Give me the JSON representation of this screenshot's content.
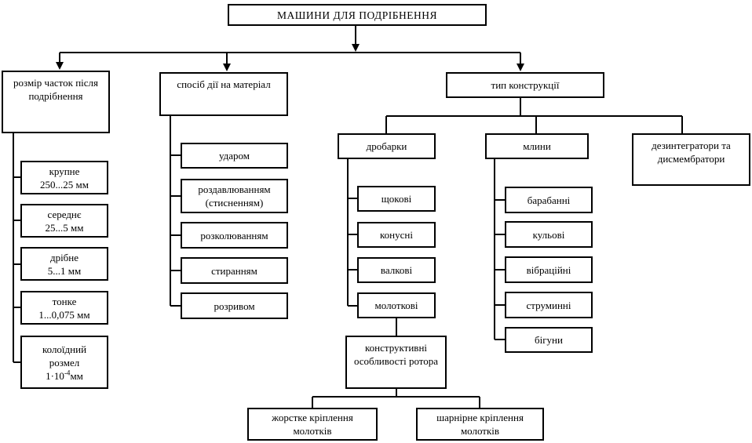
{
  "title": "МАШИНИ ДЛЯ ПОДРІБНЕННЯ",
  "size": {
    "header": [
      "розмір часток після",
      "подрібнення"
    ],
    "items": [
      [
        "крупне",
        "250...25 мм"
      ],
      [
        "середнє",
        "25...5 мм"
      ],
      [
        "дрібне",
        "5...1 мм"
      ],
      [
        "тонке",
        "1...0,075 мм"
      ]
    ],
    "colloid": {
      "line1": "колоїдний",
      "line2": "розмел",
      "value_base": "1·10",
      "value_sup": "-4",
      "value_unit": "мм"
    }
  },
  "action": {
    "header": "спосіб дії на матеріал",
    "items": [
      [
        "ударом"
      ],
      [
        "роздавлюванням",
        "(стисненням)"
      ],
      [
        "розколюванням"
      ],
      [
        "стиранням"
      ],
      [
        "розривом"
      ]
    ]
  },
  "construction": {
    "header": "тип конструкції",
    "crushers": {
      "header": "дробарки",
      "items": [
        "щокові",
        "конусні",
        "валкові",
        "молоткові"
      ]
    },
    "mills": {
      "header": "млини",
      "items": [
        "барабанні",
        "кульові",
        "вібраційні",
        "струминні",
        "бігуни"
      ]
    },
    "disintegrators": [
      "дезинтегратори та",
      "дисмембратори"
    ]
  },
  "rotor": {
    "header": [
      "конструктивні",
      "особливості ротора"
    ],
    "items": [
      [
        "жорстке кріплення",
        "молотків"
      ],
      [
        "шарнірне кріплення",
        "молотків"
      ]
    ]
  },
  "colors": {
    "line": "#000000",
    "background": "#ffffff"
  }
}
